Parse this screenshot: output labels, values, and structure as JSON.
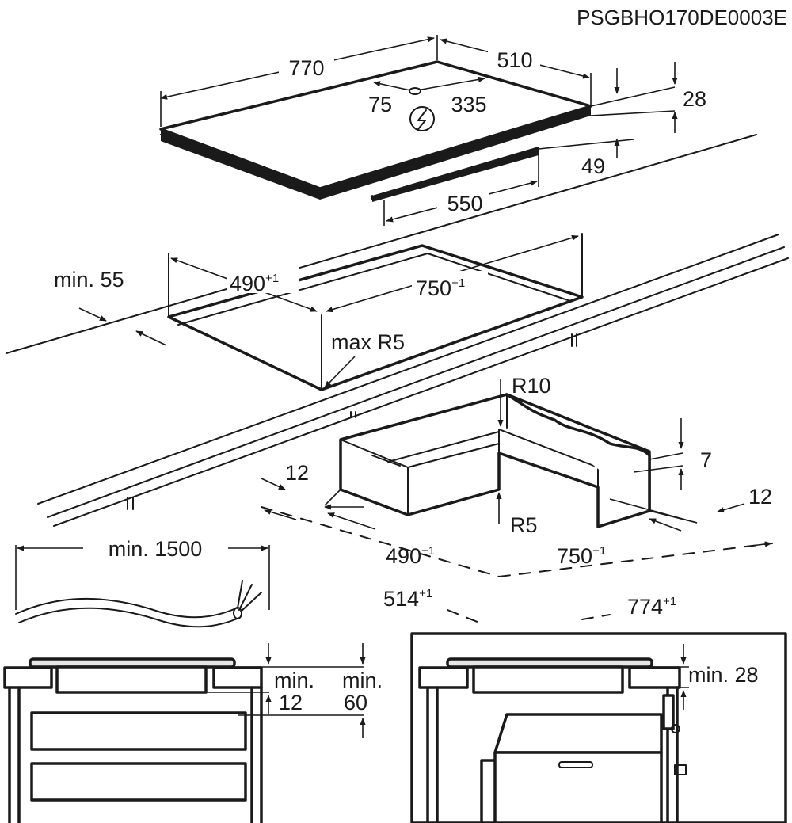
{
  "doc_code": "PSGBHO170DE0003E",
  "hob": {
    "width": "770",
    "depth": "510",
    "cable_left": "75",
    "cable_right": "335",
    "thickness": "28",
    "body_height": "49",
    "body_width": "550"
  },
  "cutout": {
    "min_edge": "min. 55",
    "depth": "490",
    "width": "750",
    "tolerance": "+1",
    "corner_radius": "max R5"
  },
  "frame": {
    "outer_radius": "R10",
    "inner_radius": "R5",
    "rebate_depth": "7",
    "rebate_left": "12",
    "rebate_right": "12",
    "inner_depth": "490",
    "inner_width": "750",
    "outer_depth": "514",
    "outer_width": "774",
    "tolerance": "+1"
  },
  "cable": {
    "length": "min. 1500"
  },
  "section_drawer": {
    "gap_label": "min.",
    "gap_value": "12",
    "space_label": "min.",
    "space_value": "60"
  },
  "section_oven": {
    "gap": "min. 28"
  }
}
